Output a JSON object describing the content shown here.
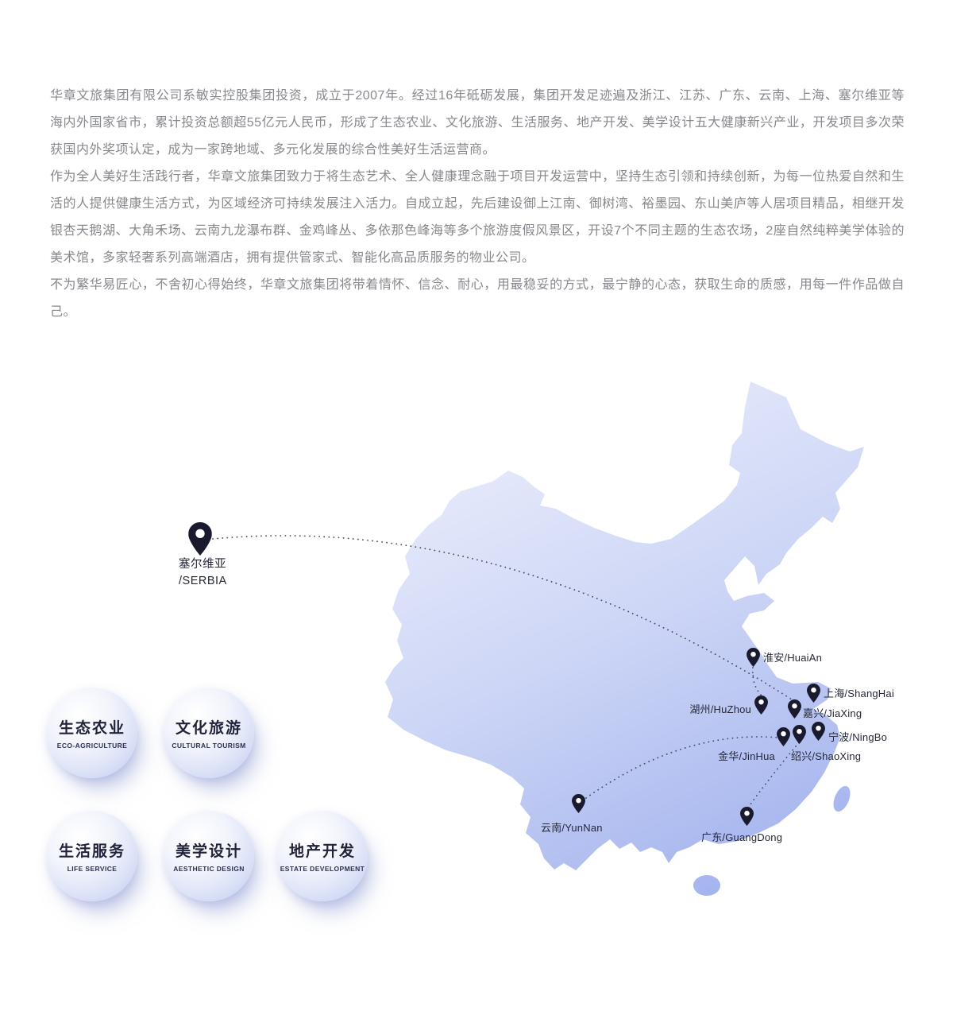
{
  "intro": {
    "paragraphs": [
      "华章文旅集团有限公司系敏实控股集团投资，成立于2007年。经过16年砥砺发展，集团开发足迹遍及浙江、江苏、广东、云南、上海、塞尔维亚等海内外国家省市，累计投资总额超55亿元人民币，形成了生态农业、文化旅游、生活服务、地产开发、美学设计五大健康新兴产业，开发项目多次荣获国内外奖项认定，成为一家跨地域、多元化发展的综合性美好生活运营商。",
      "作为全人美好生活践行者，华章文旅集团致力于将生态艺术、全人健康理念融于项目开发运营中，坚持生态引领和持续创新，为每一位热爱自然和生活的人提供健康生活方式，为区域经济可持续发展注入活力。自成立起，先后建设御上江南、御树湾、裕墨园、东山美庐等人居项目精品，相继开发银杏天鹅湖、大角禾场、云南九龙瀑布群、金鸡峰丛、多依那色峰海等多个旅游度假风景区，开设7个不同主题的生态农场，2座自然纯粹美学体验的美术馆，多家轻奢系列高端酒店，拥有提供管家式、智能化高品质服务的物业公司。",
      "不为繁华易匠心，不舍初心得始终，华章文旅集团将带着情怀、信念、耐心，用最稳妥的方式，最宁静的心态，获取生命的质感，用每一件作品做自己。"
    ]
  },
  "map": {
    "serbia": {
      "label_zh": "塞尔维亚",
      "label_en": "/SERBIA"
    },
    "pins": [
      {
        "id": "huaian",
        "label": "淮安/HuaiAn"
      },
      {
        "id": "shanghai",
        "label": "上海/ShangHai"
      },
      {
        "id": "huzhou",
        "label": "湖州/HuZhou"
      },
      {
        "id": "jiaxing",
        "label": "嘉兴/JiaXing"
      },
      {
        "id": "ningbo",
        "label": "宁波/NingBo"
      },
      {
        "id": "shaoxing",
        "label": "绍兴/ShaoXing"
      },
      {
        "id": "jinhua",
        "label": "金华/JinHua"
      },
      {
        "id": "yunnan",
        "label": "云南/YunNan"
      },
      {
        "id": "guangdong",
        "label": "广东/GuangDong"
      }
    ]
  },
  "industries": [
    {
      "zh": "生态农业",
      "en": "ECO-AGRICULTURE"
    },
    {
      "zh": "文化旅游",
      "en": "CULTURAL TOURISM"
    },
    {
      "zh": "生活服务",
      "en": "LIFE SERVICE"
    },
    {
      "zh": "美学设计",
      "en": "AESTHETIC DESIGN"
    },
    {
      "zh": "地产开发",
      "en": "ESTATE DEVELOPMENT"
    }
  ],
  "colors": {
    "map_light": "#eaedfb",
    "map_deep": "#9daeec",
    "pin": "#191a2e",
    "route": "#4b4e63",
    "text_gray": "#87888d"
  }
}
